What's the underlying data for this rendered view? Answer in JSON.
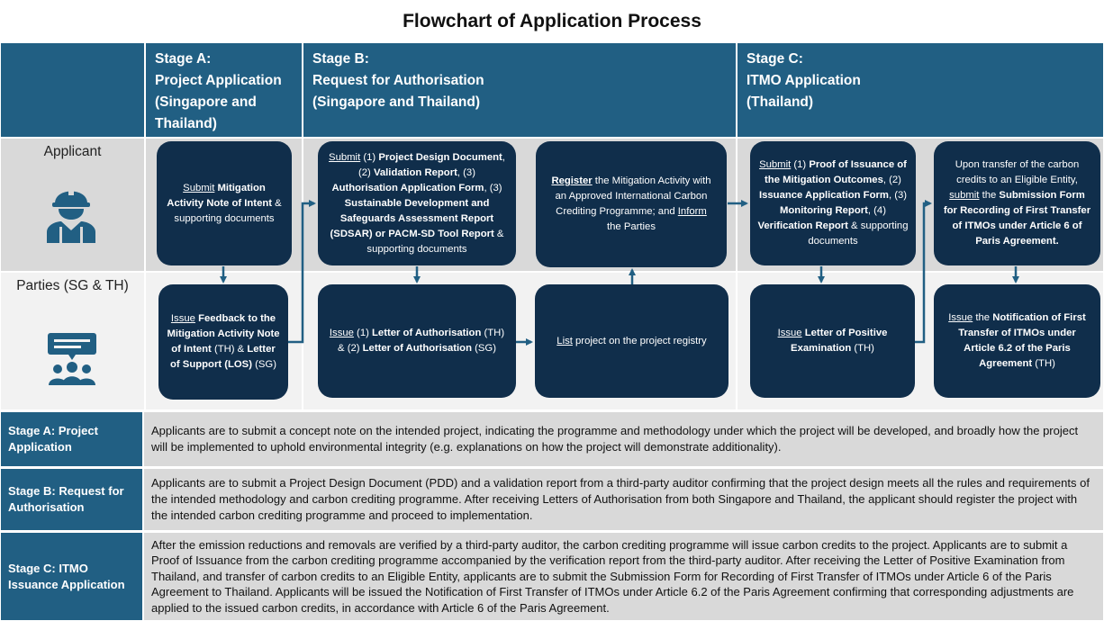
{
  "title": "Flowchart of Application Process",
  "colors": {
    "header": "#215f83",
    "box": "#102e4b",
    "row_grey": "#d9d9d9",
    "row_light": "#f2f2f2"
  },
  "stages": [
    {
      "line1": "Stage A:",
      "line2": "Project Application",
      "line3": "(Singapore  and",
      "line4": "Thailand)"
    },
    {
      "line1": "Stage B:",
      "line2": "Request for Authorisation",
      "line3": "(Singapore and Thailand)"
    },
    {
      "line1": "Stage C:",
      "line2": "ITMO Application",
      "line3": "(Thailand)"
    }
  ],
  "rows": [
    {
      "label": "Applicant",
      "icon": "worker-icon"
    },
    {
      "label": "Parties (SG & TH)",
      "icon": "group-chat-icon"
    }
  ],
  "boxes": {
    "a1": {
      "p1": "Submit",
      "p2": " Mitigation Activity Note of Intent",
      "p3": " & supporting documents"
    },
    "a2": {
      "p1": "Issue",
      "p2": " Feedback to the Mitigation Activity Note of Intent",
      "p3": " (TH) & ",
      "p4": "Letter of Support (LOS)",
      "p5": " (SG)"
    },
    "b1": {
      "p1": "Submit",
      "p2": " (1) ",
      "p3": "Project Design Document",
      "p4": ",  (2) ",
      "p5": "Validation Report",
      "p6": ", (3) ",
      "p7": "Authorisation Application Form",
      "p8": ", (3) ",
      "p9": "Sustainable Development and Safeguards Assessment Report (SDSAR) or PACM-SD Tool Report",
      "p10": " & supporting documents"
    },
    "b2": {
      "p1": "Issue",
      "p2": " (1) ",
      "p3": "Letter of Authorisation",
      "p4": " (TH) & (2) ",
      "p5": "Letter of Authorisation",
      "p6": " (SG)"
    },
    "b3": {
      "p1": "Register",
      "p2": " the Mitigation Activity with an Approved International Carbon Crediting Programme; and ",
      "p3": "Inform",
      "p4": " the Parties"
    },
    "b4": {
      "p1": "List",
      "p2": " project on the project registry"
    },
    "c1": {
      "p1": "Submit",
      "p2": " (1) ",
      "p3": "Proof of Issuance of the Mitigation Outcomes",
      "p4": ", (2) ",
      "p5": "Issuance Application Form",
      "p6": ", (3) ",
      "p7": "Monitoring Report",
      "p8": ", (4) ",
      "p9": "Verification Report",
      "p10": " & supporting documents"
    },
    "c2": {
      "p1": "Issue",
      "p2": " ",
      "p3": "Letter of Positive Examination",
      "p4": " (TH)"
    },
    "c3": {
      "p1": "Upon transfer of the carbon credits to an Eligible Entity, ",
      "p2": "submit",
      "p3": " the ",
      "p4": "Submission Form for Recording of First Transfer of ITMOs under Article 6 of Paris Agreement."
    },
    "c4": {
      "p1": "Issue",
      "p2": " the ",
      "p3": "Notification of First Transfer of ITMOs under Article 6.2 of the Paris Agreement",
      "p4": " (TH)"
    }
  },
  "descriptions": [
    {
      "label1": "Stage A: Project",
      "label2": "Application",
      "text": "Applicants are to submit a concept note on the intended project, indicating the programme and methodology under which the project will be developed, and broadly how the project will be implemented to uphold environmental integrity (e.g. explanations on how the project will demonstrate additionality)."
    },
    {
      "label1": "Stage B: Request for",
      "label2": "Authorisation",
      "text": "Applicants are to submit a Project Design Document (PDD) and a validation report from a third-party auditor confirming that the project design meets all the rules and requirements of the intended methodology and carbon crediting programme. After receiving Letters of Authorisation from both Singapore and Thailand, the applicant should register the project with the intended carbon crediting programme and proceed to implementation."
    },
    {
      "label1": "Stage C: ITMO",
      "label2": "Issuance Application",
      "text": "After the emission reductions and removals are verified by a third-party auditor, the carbon crediting programme will issue carbon credits to the project. Applicants are to submit a Proof of Issuance from the carbon crediting programme accompanied by the verification report from the third-party auditor. After receiving the Letter of Positive Examination from Thailand, and transfer of carbon credits to an Eligible Entity, applicants are to submit the Submission Form for Recording of First Transfer of ITMOs under Article 6 of the Paris Agreement to Thailand. Applicants will be issued the Notification of First Transfer of ITMOs under Article 6.2 of the Paris Agreement confirming that corresponding adjustments are applied to the issued carbon credits, in accordance with Article 6 of the Paris Agreement."
    }
  ]
}
